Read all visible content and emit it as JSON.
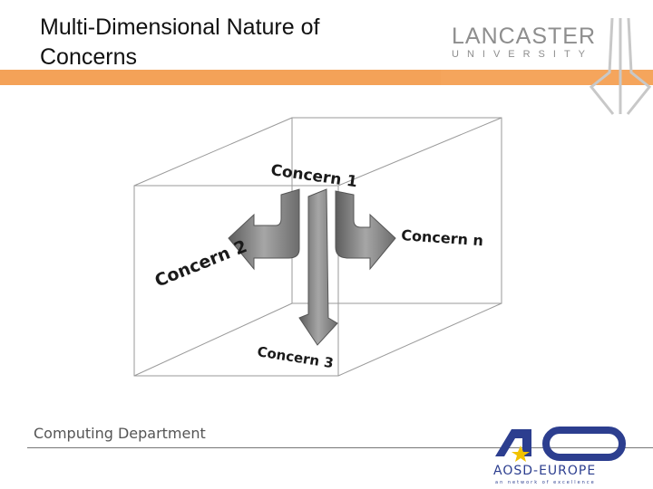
{
  "slide": {
    "title": "Multi-Dimensional Nature of Concerns",
    "footer": "Computing Department"
  },
  "branding": {
    "university_name": "LANCASTER",
    "university_sub": "UNIVERSITY",
    "network_name": "AOSD-EUROPE",
    "network_tagline": "an network of excellence"
  },
  "diagram": {
    "labels": {
      "concern_1": "Concern 1",
      "concern_2": "Concern 2",
      "concern_n": "Concern n",
      "concern_3": "Concern 3"
    }
  },
  "colors": {
    "accent_bar": "#f5a55c",
    "arrow_fill": "#8c8c8c",
    "aosd_blue": "#2c3e8f",
    "aosd_star": "#f2c200"
  }
}
